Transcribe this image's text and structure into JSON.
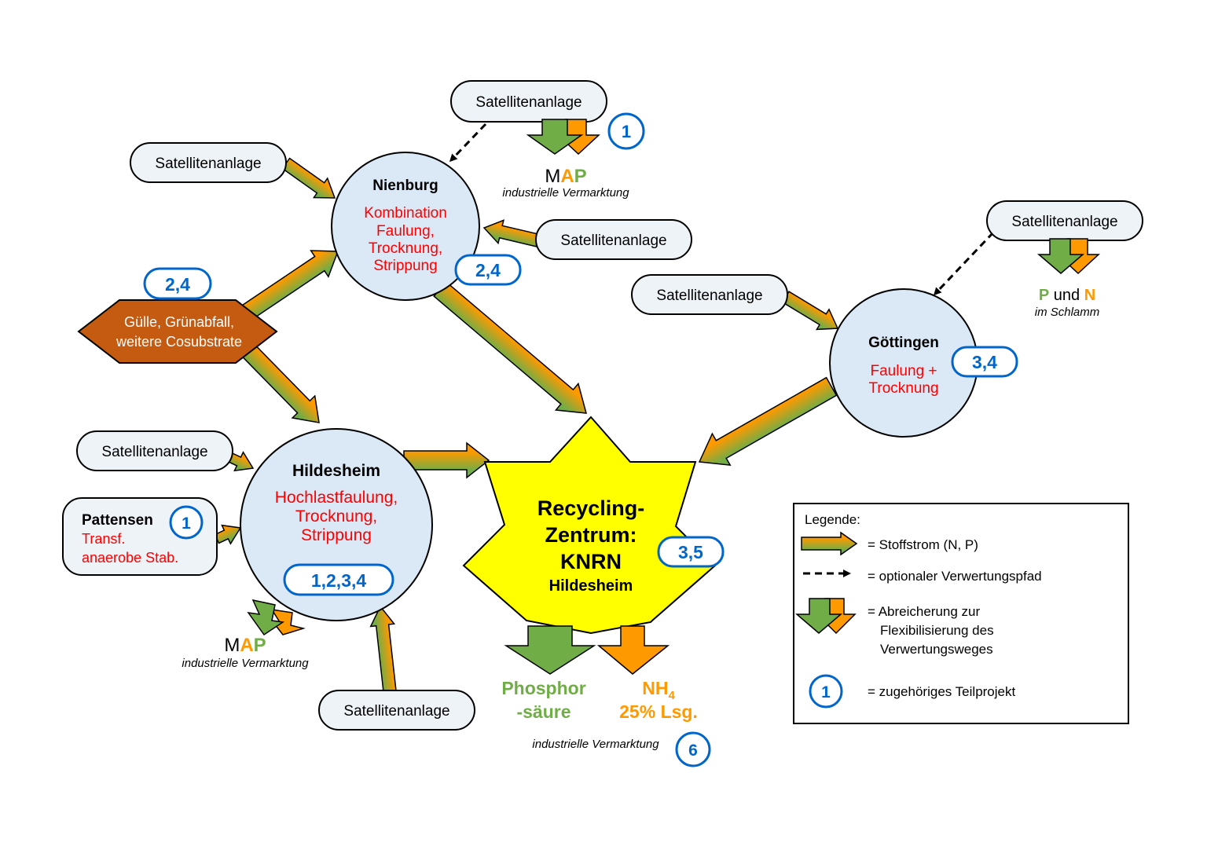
{
  "colors": {
    "green": "#70ad47",
    "orange": "#ff9900",
    "red": "#ff0000",
    "blue": "#0066cc",
    "circle_fill": "#dbe8f5",
    "pill_fill": "#eef3f8",
    "hexagon_fill": "#c55a11",
    "star_fill": "#ffff00"
  },
  "satellite_label": "Satellitenanlage",
  "nienburg": {
    "title": "Nienburg",
    "lines": [
      "Kombination",
      "Faulung,",
      "Trocknung,",
      "Strippung"
    ],
    "badge": "2,4"
  },
  "hildesheim": {
    "title": "Hildesheim",
    "lines": [
      "Hochlastfaulung,",
      "Trocknung,",
      "Strippung"
    ],
    "badge": "1,2,3,4"
  },
  "goettingen": {
    "title": "Göttingen",
    "lines": [
      "Faulung  +",
      "Trocknung"
    ],
    "badge": "3,4"
  },
  "pattensen": {
    "title": "Pattensen",
    "lines": [
      "Transf.",
      "anaerobe Stab."
    ],
    "badge": "1"
  },
  "substrate": {
    "lines": [
      "Gülle, Grünabfall,",
      "weitere Cosubstrate"
    ],
    "badge": "2,4"
  },
  "center": {
    "lines": [
      "Recycling-",
      "Zentrum:",
      "KNRN"
    ],
    "sub": "Hildesheim",
    "badge": "3,5"
  },
  "map_top": {
    "m": "M",
    "a": "A",
    "p": "P",
    "sub": "industrielle Vermarktung",
    "badge": "1"
  },
  "map_bottom": {
    "m": "M",
    "a": "A",
    "p": "P",
    "sub": "industrielle Vermarktung"
  },
  "pn": {
    "p": "P",
    "und": " und ",
    "n": "N",
    "sub": "im Schlamm"
  },
  "products": {
    "phosphor": [
      "Phosphor",
      "-säure"
    ],
    "nh4_main": "NH",
    "nh4_sub": "4",
    "nh4_line2": "25% Lsg.",
    "sub": "industrielle Vermarktung",
    "badge": "6"
  },
  "legend": {
    "title": "Legende:",
    "stoffstrom": "= Stoffstrom (N, P)",
    "optional": "= optionaler Verwertungspfad",
    "abreicherung": [
      "= Abreicherung zur",
      "Flexibilisierung des",
      "Verwertungsweges"
    ],
    "badge_number": "1",
    "teilprojekt": "= zugehöriges Teilprojekt"
  }
}
